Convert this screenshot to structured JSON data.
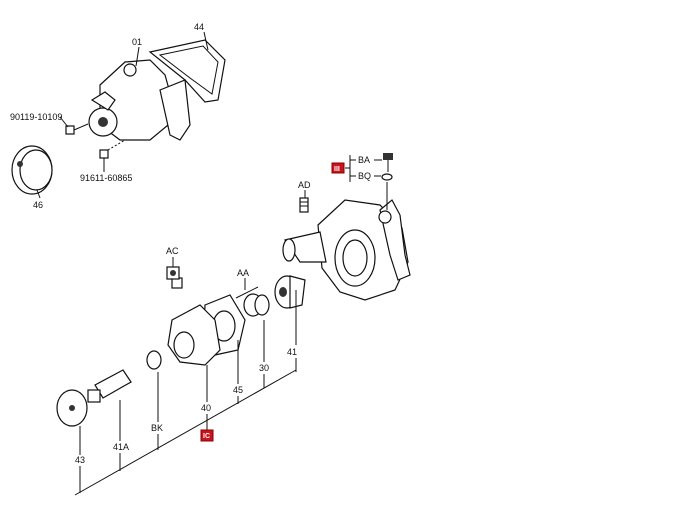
{
  "labels": {
    "l44": "44",
    "l01": "01",
    "l90119": "90119-10109",
    "l91611": "91611-60865",
    "l46": "46",
    "lAD": "AD",
    "lBA": "BA",
    "lBQ": "BQ",
    "lAC": "AC",
    "lAA": "AA",
    "l41": "41",
    "l30": "30",
    "l45": "45",
    "l40": "40",
    "lBK": "BK",
    "l41A": "41A",
    "l43": "43"
  },
  "callouts": {
    "upper": "III",
    "lower": "IC"
  },
  "colors": {
    "callout": "#c8141e"
  }
}
